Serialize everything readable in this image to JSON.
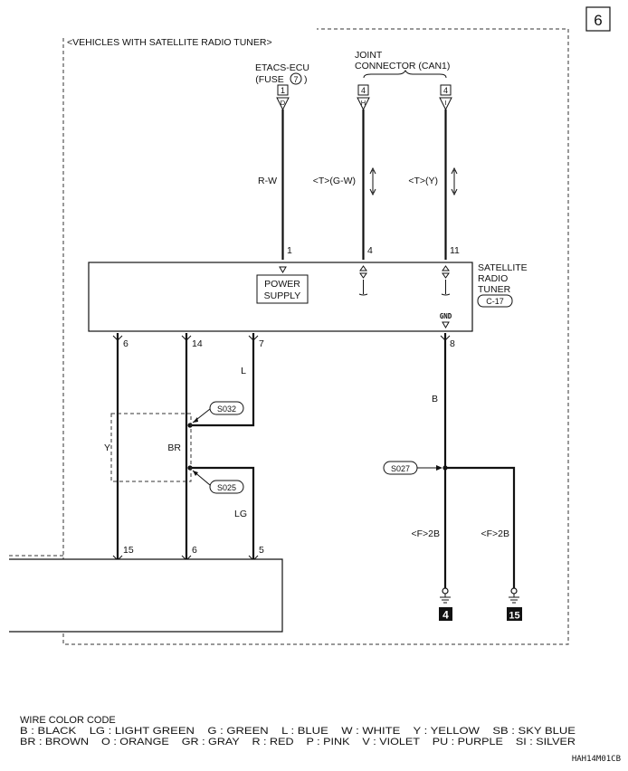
{
  "page_number": "6",
  "group_label": "<VEHICLES WITH SATELLITE RADIO TUNER>",
  "etacs": {
    "line1": "ETACS-ECU",
    "line2_pre": "(FUSE",
    "fuse_no": "7",
    "line2_post": ")",
    "connector": "1",
    "pin": "D"
  },
  "joint": {
    "line1": "JOINT",
    "line2": "CONNECTOR (CAN1)",
    "connector_a": "4",
    "pin_a": "H",
    "connector_b": "4",
    "pin_b": "I"
  },
  "wires": {
    "rw": "R-W",
    "gw": "<T>(G-W)",
    "y_top": "<T>(Y)",
    "l": "L",
    "y_left": "Y",
    "br": "BR",
    "lg": "LG",
    "b": "B",
    "f2b_a": "<F>2B",
    "f2b_b": "<F>2B"
  },
  "tuner": {
    "name_line1": "SATELLITE",
    "name_line2": "RADIO",
    "name_line3": "TUNER",
    "connector": "C-17",
    "power_line1": "POWER",
    "power_line2": "SUPPLY",
    "gnd": "GND",
    "pins_top": [
      "1",
      "4",
      "11"
    ],
    "pins_bottom": [
      "6",
      "14",
      "7",
      "8"
    ]
  },
  "splices": {
    "s032": "S032",
    "s025": "S025",
    "s027": "S027"
  },
  "lower_pins": [
    "15",
    "6",
    "5"
  ],
  "grounds": [
    "4",
    "15"
  ],
  "legend": {
    "title": "WIRE COLOR CODE",
    "row1": "B : BLACK    LG : LIGHT GREEN    G : GREEN    L : BLUE    W : WHITE    Y : YELLOW    SB : SKY BLUE",
    "row2": "BR : BROWN    O : ORANGE    GR : GRAY    R : RED    P : PINK    V : VIOLET    PU : PURPLE    SI : SILVER"
  },
  "doc_code": "HAH14M01CB"
}
